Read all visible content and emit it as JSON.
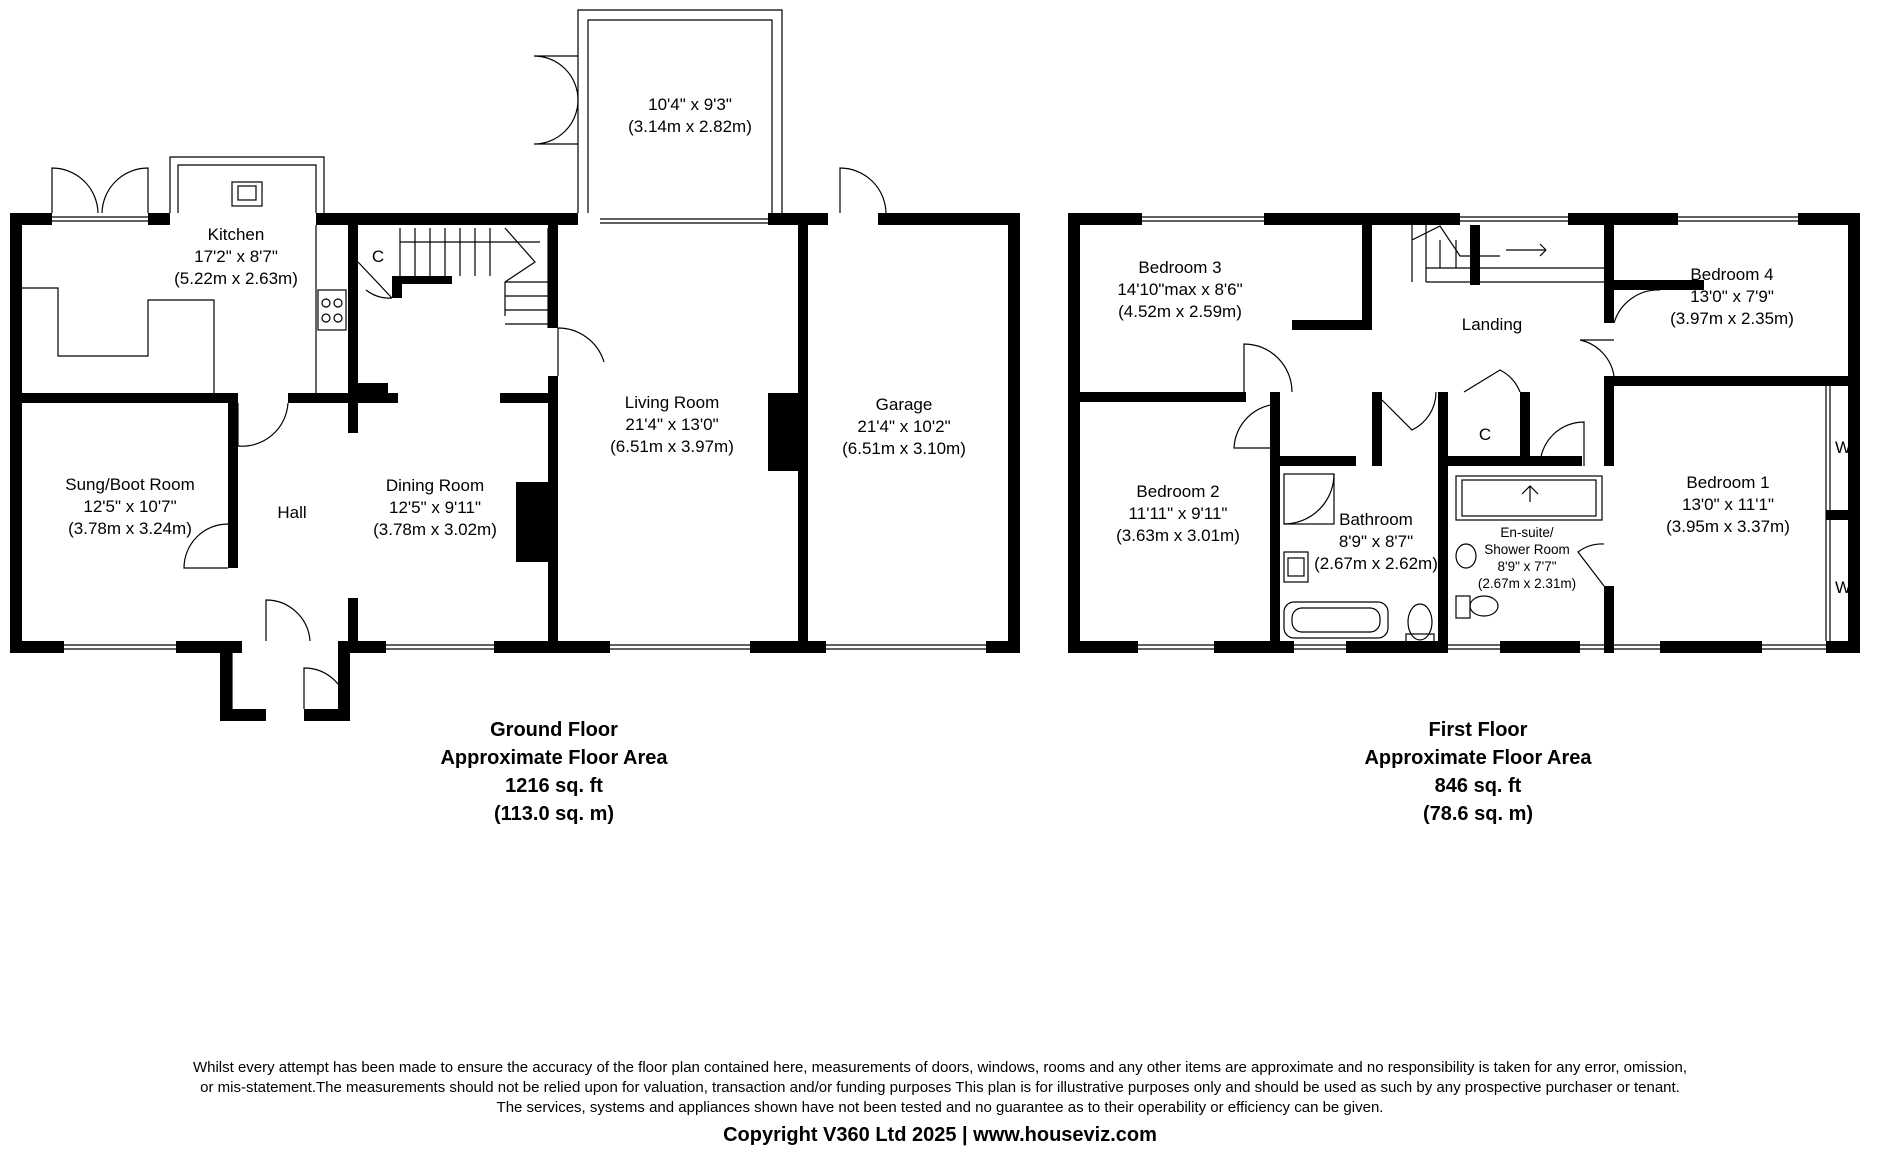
{
  "ground": {
    "rooms": [
      {
        "name": "Kitchen",
        "dim_imp": "17'2\" x 8'7\"",
        "dim_met": "(5.22m x 2.63m)"
      },
      {
        "name": "",
        "dim_imp": "10'4\" x 9'3\"",
        "dim_met": "(3.14m x 2.82m)"
      },
      {
        "name": "Living Room",
        "dim_imp": "21'4\" x 13'0\"",
        "dim_met": "(6.51m x 3.97m)"
      },
      {
        "name": "Garage",
        "dim_imp": "21'4\" x 10'2\"",
        "dim_met": "(6.51m x 3.10m)"
      },
      {
        "name": "Sung/Boot Room",
        "dim_imp": "12'5\" x 10'7\"",
        "dim_met": "(3.78m x 3.24m)"
      },
      {
        "name": "Dining Room",
        "dim_imp": "12'5\" x 9'11\"",
        "dim_met": "(3.78m x 3.02m)"
      }
    ],
    "hall": "Hall",
    "cupboard": "C",
    "caption": {
      "line1": "Ground Floor",
      "line2": "Approximate Floor Area",
      "line3": "1216 sq. ft",
      "line4": "(113.0 sq. m)"
    }
  },
  "first": {
    "rooms": [
      {
        "name": "Bedroom 3",
        "dim_imp": "14'10\"max x 8'6\"",
        "dim_met": "(4.52m x 2.59m)"
      },
      {
        "name": "Bedroom 4",
        "dim_imp": "13'0\" x 7'9\"",
        "dim_met": "(3.97m x 2.35m)"
      },
      {
        "name": "Bedroom 2",
        "dim_imp": "11'11\" x 9'11\"",
        "dim_met": "(3.63m x 3.01m)"
      },
      {
        "name": "Bathroom",
        "dim_imp": "8'9\" x 8'7\"",
        "dim_met": "(2.67m x 2.62m)"
      },
      {
        "name": "Bedroom 1",
        "dim_imp": "13'0\" x 11'1\"",
        "dim_met": "(3.95m x 3.37m)"
      }
    ],
    "ensuite": {
      "line1": "En-suite/",
      "line2": "Shower Room",
      "dim_imp": "8'9\" x 7'7\"",
      "dim_met": "(2.67m x 2.31m)"
    },
    "landing": "Landing",
    "cupboard": "C",
    "wardrobe": "W",
    "caption": {
      "line1": "First Floor",
      "line2": "Approximate Floor Area",
      "line3": "846 sq. ft",
      "line4": "(78.6 sq. m)"
    }
  },
  "disclaimer": {
    "line1": "Whilst every attempt has been made to ensure the accuracy of the floor plan contained here, measurements of doors, windows, rooms and any other items are approximate and no responsibility is taken for any error, omission,",
    "line2": "or mis-statement.The measurements should not be relied upon for valuation, transaction and/or funding purposes This plan is for illustrative purposes only and should be used as such by any prospective purchaser or tenant.",
    "line3": "The services, systems and appliances shown have not been tested and no guarantee as to their operability or efficiency can be given."
  },
  "copyright": "Copyright V360 Ltd 2025 | www.houseviz.com"
}
